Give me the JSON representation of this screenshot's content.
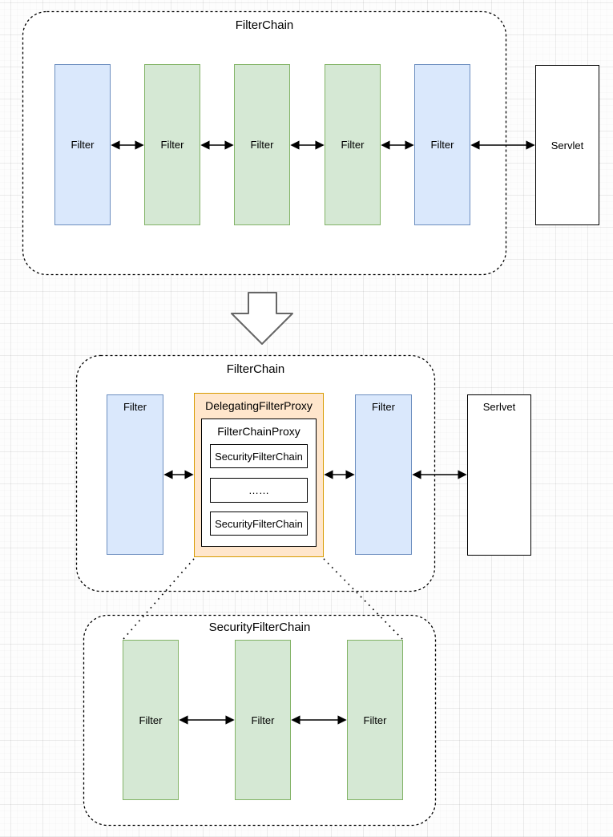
{
  "colors": {
    "filter_blue_fill": "#dae8fc",
    "filter_blue_stroke": "#6c8ebf",
    "filter_green_fill": "#d5e8d4",
    "filter_green_stroke": "#82b366",
    "proxy_orange_fill": "#ffe6cc",
    "proxy_orange_stroke": "#d79b00",
    "box_white_fill": "#ffffff",
    "line_black": "#000000",
    "down_arrow_gray": "#666666"
  },
  "icons": {
    "double_arrow": "left-right-double-headed-arrow",
    "down_arrow": "hollow-block-down-arrow",
    "dotted_connector": "dotted-expansion-line"
  },
  "top_chain": {
    "title": "FilterChain",
    "filters": [
      "Filter",
      "Filter",
      "Filter",
      "Filter",
      "Filter"
    ],
    "servlet": "Servlet"
  },
  "middle_chain": {
    "title": "FilterChain",
    "left_filter": "Filter",
    "right_filter": "Filter",
    "servlet": "Serlvet",
    "delegating_filter_proxy": {
      "title": "DelegatingFilterProxy",
      "filter_chain_proxy": {
        "title": "FilterChainProxy",
        "items": [
          "SecurityFilterChain",
          "……",
          "SecurityFilterChain"
        ]
      }
    }
  },
  "bottom_chain": {
    "title": "SecurityFilterChain",
    "filters": [
      "Filter",
      "Filter",
      "Filter"
    ]
  }
}
